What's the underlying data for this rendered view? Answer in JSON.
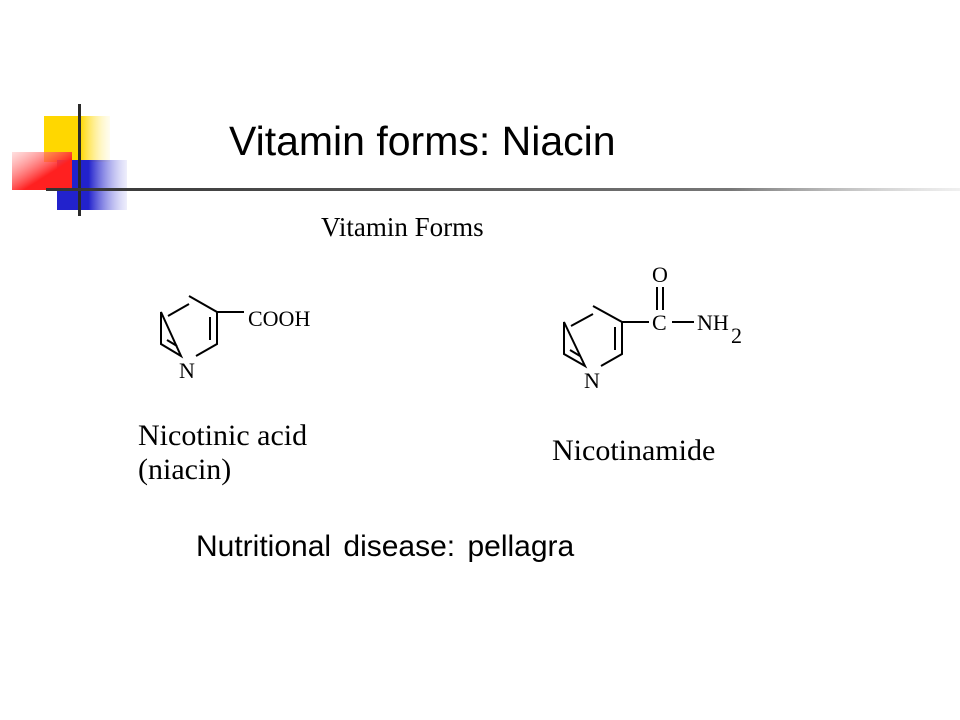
{
  "slide": {
    "title": "Vitamin forms: Niacin",
    "footer": "Nutritional disease: pellagra"
  },
  "figure": {
    "heading": "Vitamin Forms",
    "molecules": [
      {
        "name_lines": [
          "Nicotinic acid",
          "(niacin)"
        ],
        "ring_atom": "N",
        "substituent": "COOH"
      },
      {
        "name_lines": [
          "Nicotinamide"
        ],
        "ring_atom": "N",
        "carbonyl_o": "O",
        "carbonyl_c": "C",
        "amine": "NH",
        "amine_subscript": "2"
      }
    ]
  },
  "colors": {
    "deco_yellow": "#FFD700",
    "deco_blue": "#2222CC",
    "deco_red": "#FF2020",
    "rule": "#333333"
  }
}
